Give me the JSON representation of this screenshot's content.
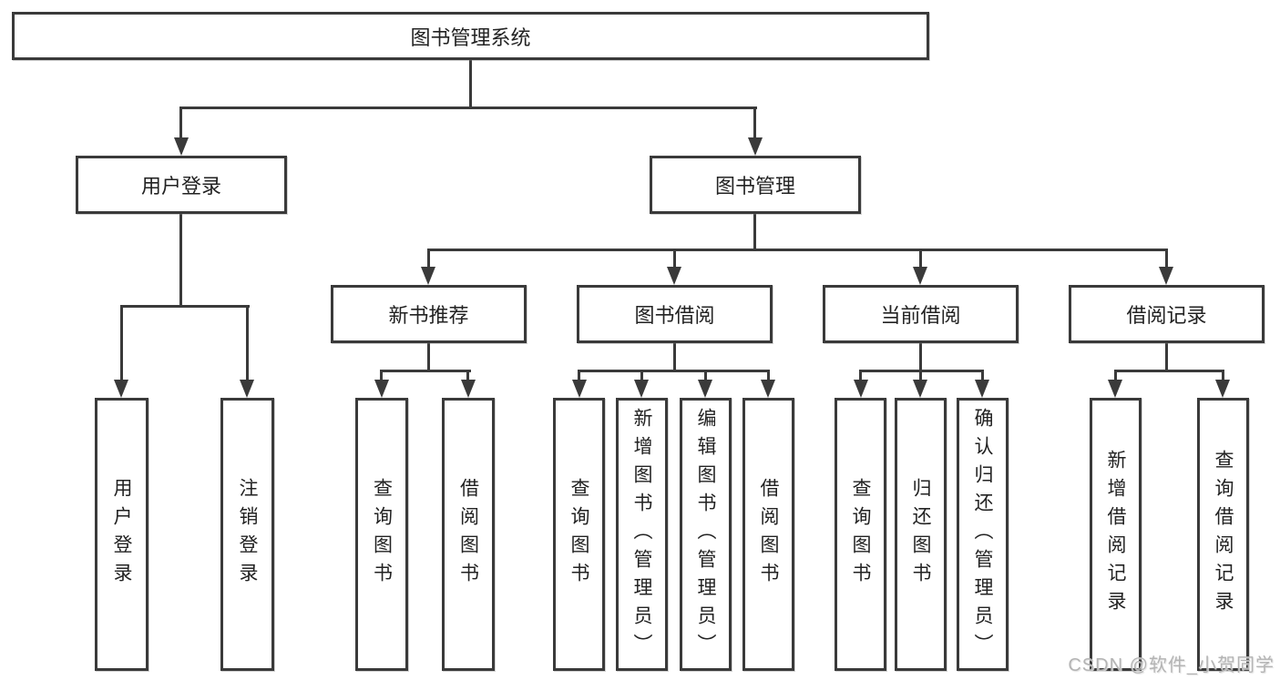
{
  "root": {
    "label": "图书管理系统"
  },
  "level2": {
    "user_login": {
      "label": "用户登录"
    },
    "book_mgmt": {
      "label": "图书管理"
    }
  },
  "level3": {
    "new_books": {
      "label": "新书推荐"
    },
    "book_borrow": {
      "label": "图书借阅"
    },
    "current_borrow": {
      "label": "当前借阅"
    },
    "borrow_records": {
      "label": "借阅记录"
    }
  },
  "leaves": {
    "login": "用户登录",
    "logout": "注销登录",
    "nb_query": "查询图书",
    "nb_borrow": "借阅图书",
    "bb_query": "查询图书",
    "bb_add": "新增图书（管理员）",
    "bb_edit": "编辑图书（管理员）",
    "bb_borrow": "借阅图书",
    "cb_query": "查询图书",
    "cb_return": "归还图书",
    "cb_confirm": "确认归还（管理员）",
    "br_add": "新增借阅记录",
    "br_query": "查询借阅记录"
  },
  "watermark": "CSDN @软件_小贺同学",
  "colors": {
    "line": "#3a3a3a",
    "text": "#222222",
    "watermark": "#b4b4b4"
  }
}
